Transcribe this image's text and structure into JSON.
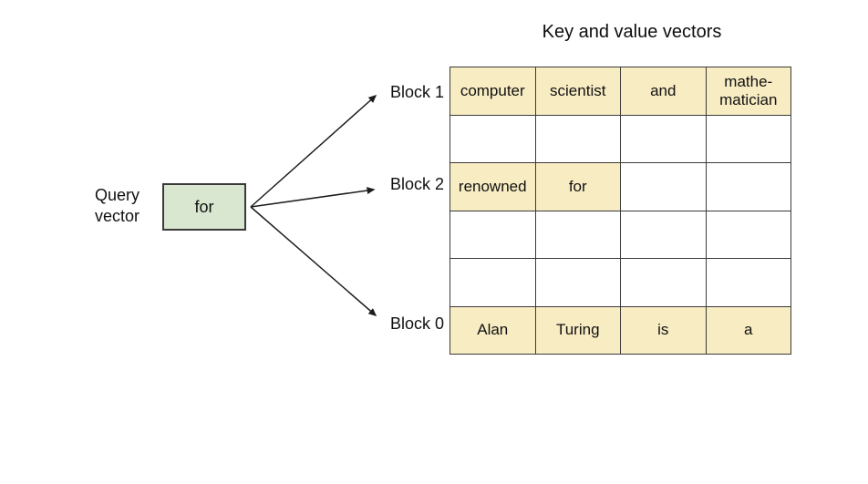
{
  "title": "Key and value vectors",
  "query": {
    "label": "Query\nvector",
    "box_text": "for"
  },
  "blocks": [
    {
      "label": "Block 1"
    },
    {
      "label": "Block 2"
    },
    {
      "label": "Block 0"
    }
  ],
  "table": {
    "rows": [
      {
        "cells": [
          {
            "text": "computer",
            "highlight": true
          },
          {
            "text": "scientist",
            "highlight": true
          },
          {
            "text": "and",
            "highlight": true
          },
          {
            "text": "mathe-\nmatician",
            "highlight": true
          }
        ]
      },
      {
        "cells": [
          {
            "text": "",
            "highlight": false
          },
          {
            "text": "",
            "highlight": false
          },
          {
            "text": "",
            "highlight": false
          },
          {
            "text": "",
            "highlight": false
          }
        ]
      },
      {
        "cells": [
          {
            "text": "renowned",
            "highlight": true
          },
          {
            "text": "for",
            "highlight": true
          },
          {
            "text": "",
            "highlight": false
          },
          {
            "text": "",
            "highlight": false
          }
        ]
      },
      {
        "cells": [
          {
            "text": "",
            "highlight": false
          },
          {
            "text": "",
            "highlight": false
          },
          {
            "text": "",
            "highlight": false
          },
          {
            "text": "",
            "highlight": false
          }
        ]
      },
      {
        "cells": [
          {
            "text": "",
            "highlight": false
          },
          {
            "text": "",
            "highlight": false
          },
          {
            "text": "",
            "highlight": false
          },
          {
            "text": "",
            "highlight": false
          }
        ]
      },
      {
        "cells": [
          {
            "text": "Alan",
            "highlight": true
          },
          {
            "text": "Turing",
            "highlight": true
          },
          {
            "text": "is",
            "highlight": true
          },
          {
            "text": "a",
            "highlight": true
          }
        ]
      }
    ]
  },
  "colors": {
    "highlight_fill": "#f8ecc3",
    "query_box_fill": "#d9e7d0",
    "line_color": "#3a3a3a",
    "arrow_color": "#1c1c1c"
  }
}
